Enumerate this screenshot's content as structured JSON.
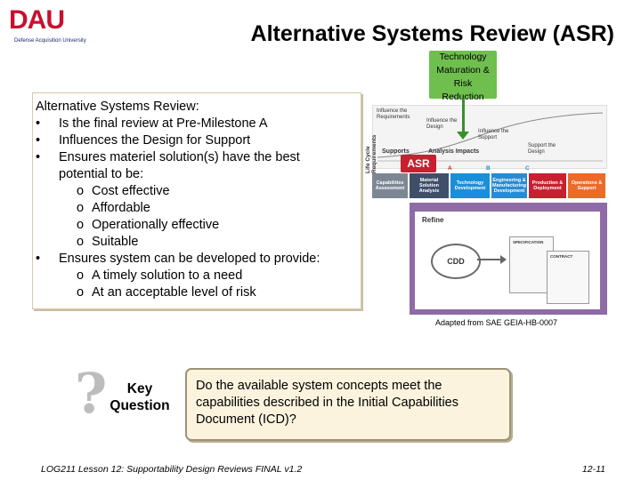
{
  "logo": {
    "mark": "DAU",
    "subtitle": "Defense Acquisition University"
  },
  "title": "Alternative Systems Review (ASR)",
  "panel": {
    "lead": "Alternative Systems Review:",
    "bullet": "•",
    "sub_bullet": "o",
    "items": [
      "Is the final review at Pre-Milestone A",
      "Influences the Design for Support",
      "Ensures materiel solution(s) have the best",
      "potential to be:"
    ],
    "sub_items": [
      "Cost effective",
      "Affordable",
      "Operationally effective",
      "Suitable"
    ],
    "item4": "Ensures system can be developed to provide:",
    "sub_items2": [
      "A timely solution to a need",
      "At an acceptable level of risk"
    ]
  },
  "callout": {
    "lines": [
      "Technology",
      "Maturation &",
      "Risk",
      "Reduction"
    ],
    "color": "#6fbf4f"
  },
  "diagram": {
    "lcr": "Life Cycle Requirements",
    "influence_req": "Influence the Requirements",
    "influence_design": "Influence the Design",
    "influence_support": "Influence the Support",
    "support_design": "Support the Design",
    "supports": "Supports",
    "analysis_impacts": "Analysis Impacts",
    "asr": "ASR",
    "milestones": [
      "A",
      "B",
      "C"
    ],
    "phases": [
      "Capabilities Assessment",
      "Material Solution Analysis",
      "Technology Development",
      "Engineering & Manufacturing Development",
      "Production & Deployment",
      "Operations & Support"
    ],
    "refine": "Refine",
    "cdd": "CDD",
    "specification": "SPECIFICATION",
    "contract": "CONTRACT"
  },
  "adapted": "Adapted from SAE GEIA-HB-0007",
  "key_question": {
    "label_line1": "Key",
    "label_line2": "Question",
    "qmark": "?",
    "text": "Do the available system concepts meet the capabilities described in the Initial Capabilities Document (ICD)?"
  },
  "footer": {
    "left": "LOG211 Lesson 12: Supportability Design Reviews FINAL v1.2",
    "right": "12-11"
  }
}
